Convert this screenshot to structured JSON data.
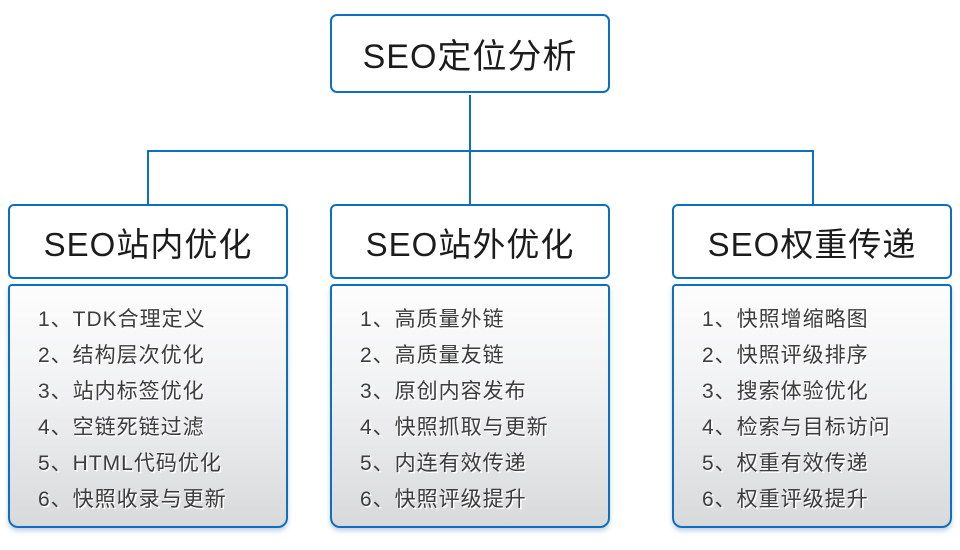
{
  "colors": {
    "accent": "#0c70c2",
    "header_text": "#1c1c1c",
    "item_text": "#3d3d3d",
    "panel_gradient_top": "#fdfdfd",
    "panel_gradient_bottom": "#d8d9db"
  },
  "root": {
    "title": "SEO定位分析"
  },
  "columns": [
    {
      "title": "SEO站内优化",
      "items": [
        "1、TDK合理定义",
        "2、结构层次优化",
        "3、站内标签优化",
        "4、空链死链过滤",
        "5、HTML代码优化",
        "6、快照收录与更新"
      ]
    },
    {
      "title": "SEO站外优化",
      "items": [
        "1、高质量外链",
        "2、高质量友链",
        "3、原创内容发布",
        "4、快照抓取与更新",
        "5、内连有效传递",
        "6、快照评级提升"
      ]
    },
    {
      "title": "SEO权重传递",
      "items": [
        "1、快照增缩略图",
        "2、快照评级排序",
        "3、搜索体验优化",
        "4、检索与目标访问",
        "5、权重有效传递",
        "6、权重评级提升"
      ]
    }
  ]
}
